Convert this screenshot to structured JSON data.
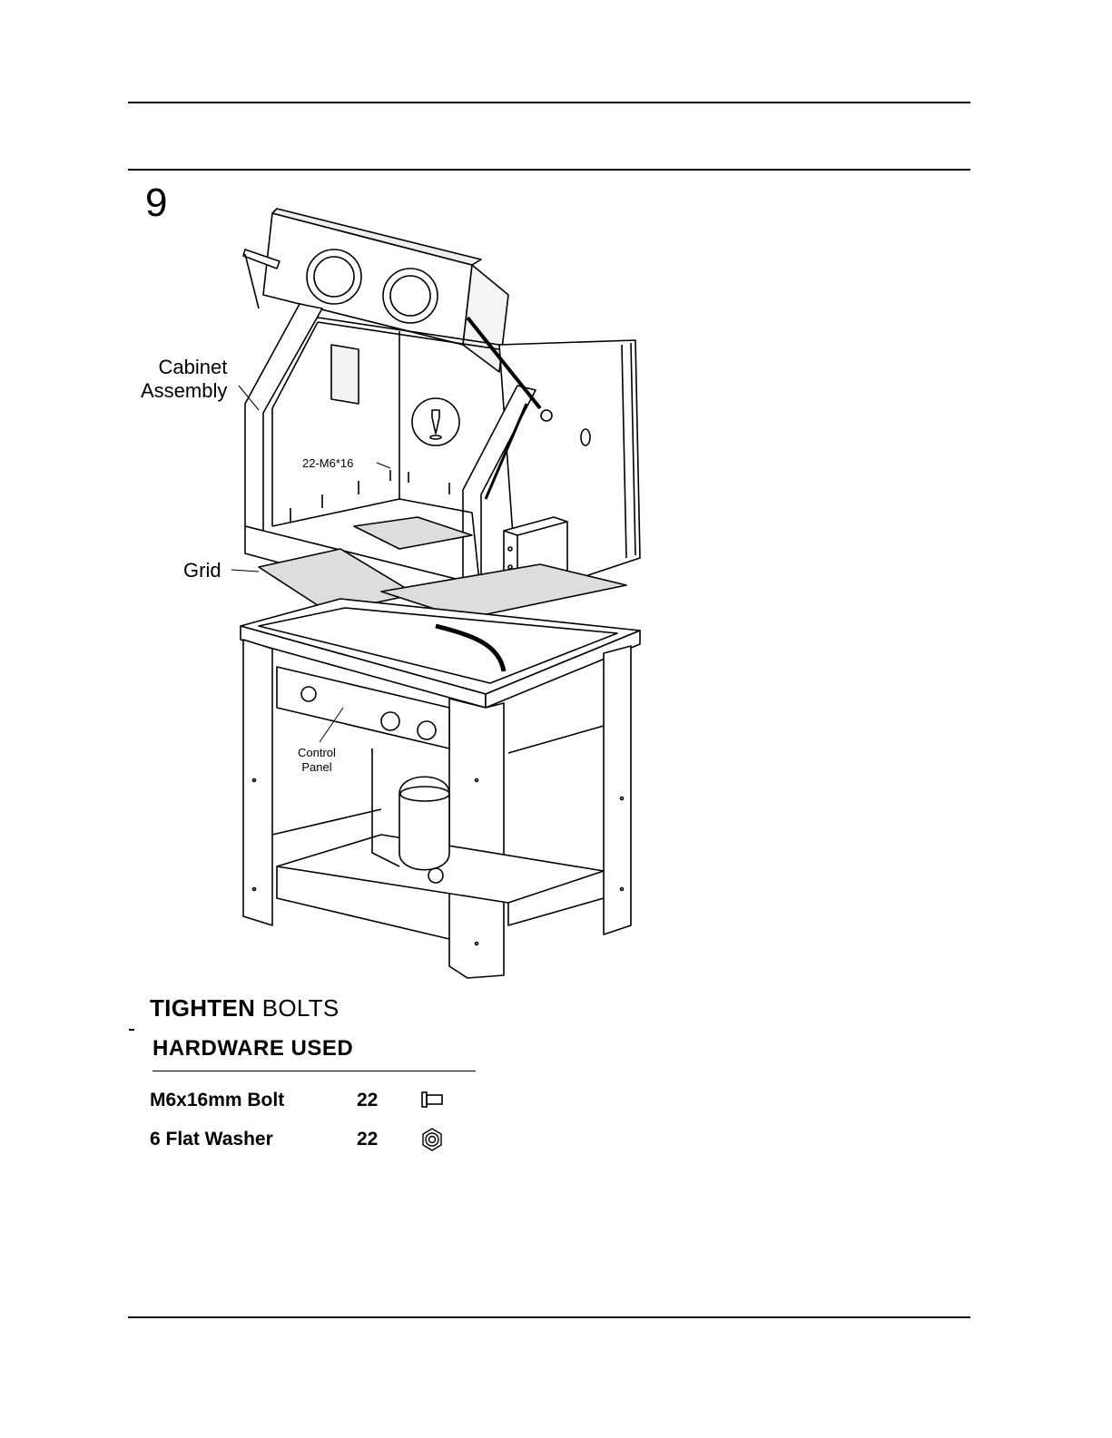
{
  "step": {
    "number": "9"
  },
  "callouts": {
    "cabinet": "Cabinet\nAssembly",
    "bolts": "22-M6*16",
    "grid": "Grid",
    "control_panel": "Control\nPanel"
  },
  "instruction": {
    "bold": "TIGHTEN",
    "rest": " BOLTS"
  },
  "hardware": {
    "title": "HARDWARE  USED",
    "items": [
      {
        "name": "M6x16mm  Bolt",
        "qty": "22",
        "icon": "bolt-icon"
      },
      {
        "name": "6  Flat  Washer",
        "qty": "22",
        "icon": "washer-icon"
      }
    ]
  }
}
